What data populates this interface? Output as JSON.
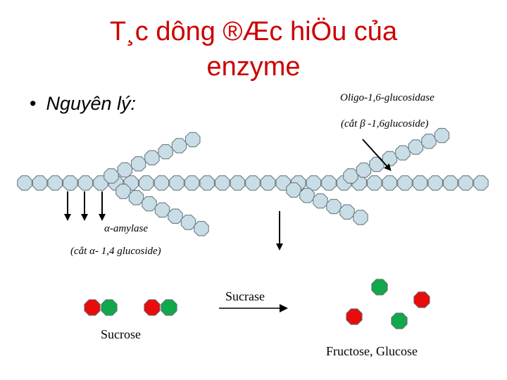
{
  "title": {
    "line1": "T¸c dông ®Æc hiÖu của",
    "line2": "enzyme"
  },
  "bullet": {
    "marker": "•",
    "text": "Nguyên lý:"
  },
  "labels": {
    "oligo_enzyme": "Oligo-1,6-glucosidase",
    "oligo_action": "(cắt β -1,6glucoside)",
    "amylase_enzyme": "α-amylase",
    "amylase_action": "(cắt α- 1,4 glucoside)",
    "sucrase": "Sucrase",
    "sucrose": "Sucrose",
    "products": "Fructose, Glucose"
  },
  "colors": {
    "title": "#cc0000",
    "glucose_unit": "#c9dde6",
    "fructose": "#e80c0c",
    "glucose": "#10a84a"
  },
  "icons": {
    "chain_unit": "octagon-glucose-unit-icon",
    "cleavage_arrow": "down-arrow-icon",
    "reaction_arrow": "right-arrow-icon"
  }
}
